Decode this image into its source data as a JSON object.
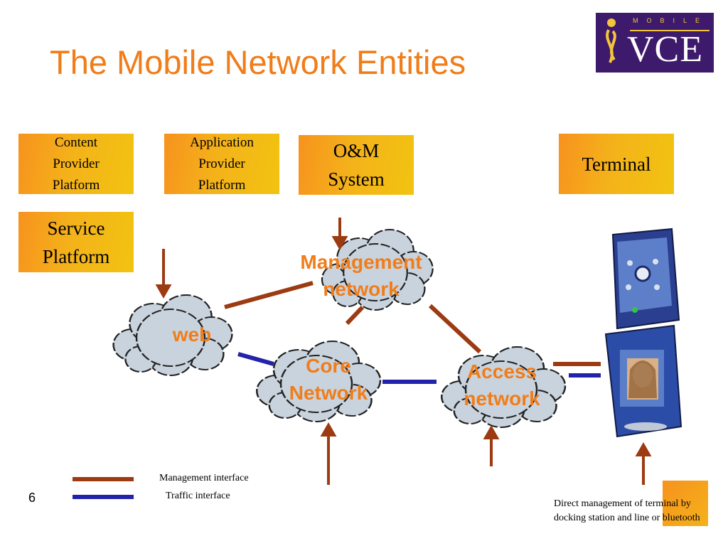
{
  "slide": {
    "title": "The Mobile Network Entities",
    "page_number": "6"
  },
  "logo": {
    "top_text": "MOBILE",
    "main_text": "VCE"
  },
  "boxes": {
    "content_provider": "Content\nProvider\nPlatform",
    "application_provider": "Application\nProvider\nPlatform",
    "om_system": "O&M\nSystem",
    "terminal": "Terminal",
    "service_platform": "Service\nPlatform"
  },
  "clouds": {
    "management": "Management\nnetwork",
    "web": "web",
    "core": "Core\nNetwork",
    "access": "Access\nnetwork"
  },
  "legend": {
    "management_interface": "Management interface",
    "traffic_interface": "Traffic interface"
  },
  "note": "Direct management of terminal by docking station and line or bluetooth",
  "colors": {
    "title": "#f07d1a",
    "management_line": "#9c3b12",
    "traffic_line": "#2222aa",
    "cloud_fill": "#c9d3dd",
    "logo_bg": "#3d1a6b"
  }
}
